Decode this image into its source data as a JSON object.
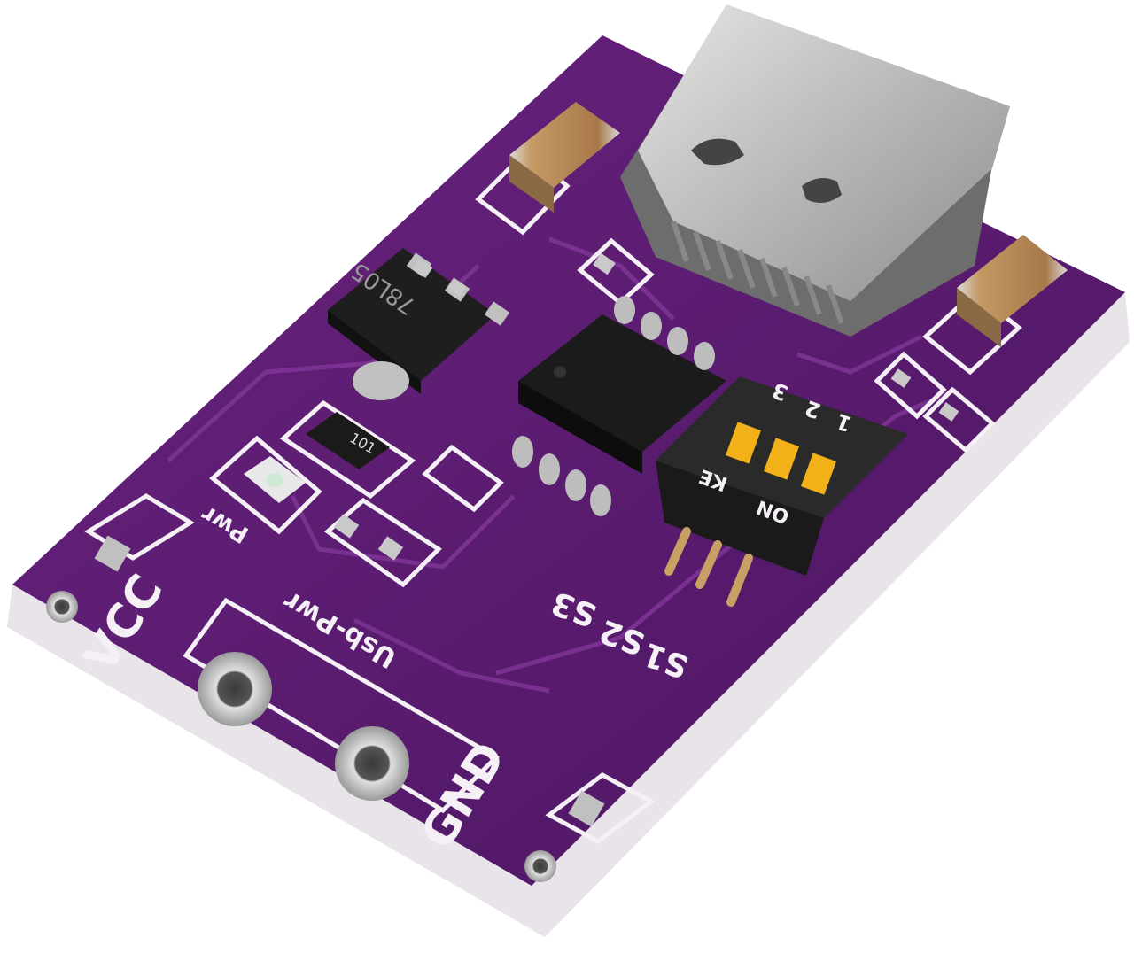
{
  "scene": {
    "subject": "purple-pcb-module",
    "colors": {
      "board": "#5a1a6e",
      "board_dark": "#3f0f50",
      "board_edge": "#e8e4e9",
      "silkscreen": "#f4f0f6",
      "trace": "#7a2f8f",
      "pad": "#c9c9c9",
      "ic_body": "#1c1c1c",
      "dip_body": "#2a2a2a",
      "dip_switch": "#f2b019",
      "capacitor": "#b88a56",
      "usb_metal": "#bfbfbf"
    }
  },
  "silkscreen": {
    "vcc": "VCC",
    "gnd": "GND",
    "usb_pwr": "Usb-Pwr",
    "pwr": "Pwr",
    "s1": "S1",
    "s2": "S2",
    "s3": "S3",
    "regulator_marking": "78L05",
    "resistor_marking": "101"
  },
  "dip_switch": {
    "on_label": "ON",
    "ke_label": "KE",
    "pos1": "1",
    "pos2": "2",
    "pos3": "3"
  },
  "connector": {
    "name": "usb-c-connector-icon"
  }
}
